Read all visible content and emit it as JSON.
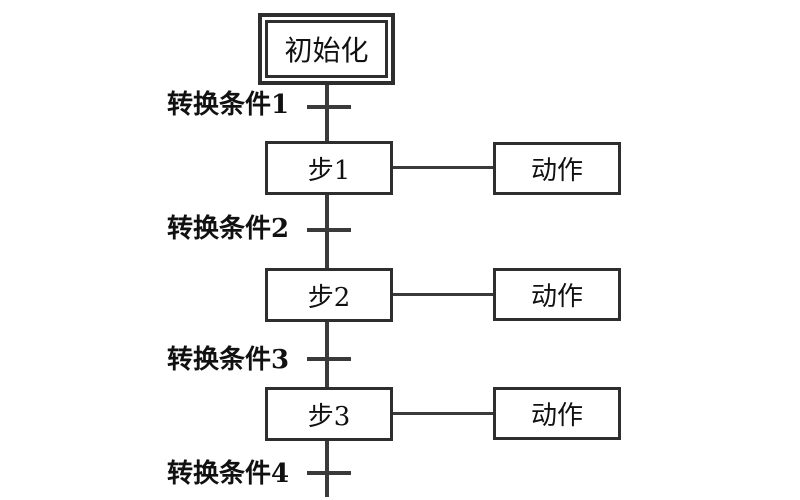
{
  "diagram": {
    "type": "sfc-flowchart",
    "initial_step": "初始化",
    "transitions": [
      "转换条件1",
      "转换条件2",
      "转换条件3",
      "转换条件4"
    ],
    "steps": [
      {
        "label": "步1",
        "action": "动作"
      },
      {
        "label": "步2",
        "action": "动作"
      },
      {
        "label": "步3",
        "action": "动作"
      }
    ],
    "colors": {
      "line": "#3a3a3a",
      "box_border": "#2e2e2e",
      "text": "#111111",
      "background": "#ffffff"
    }
  }
}
